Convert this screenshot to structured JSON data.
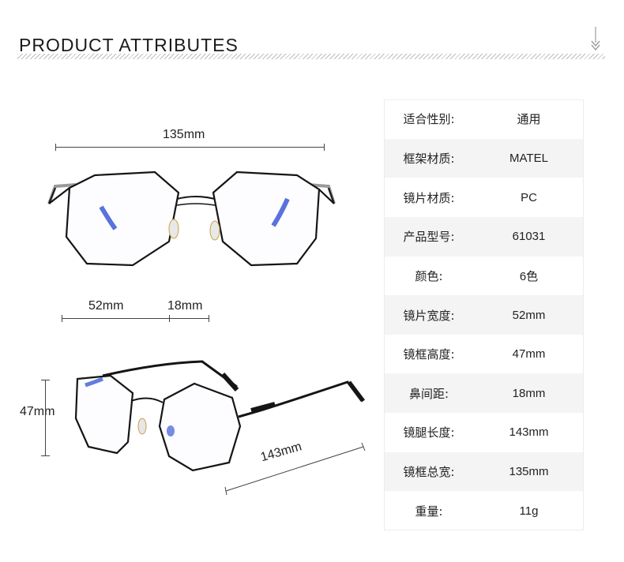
{
  "header": {
    "title": "PRODUCT ATTRIBUTES",
    "scroll_hint_icon": "double-chevron-down-icon"
  },
  "dimensions": {
    "total_width": "135mm",
    "lens_width": "52mm",
    "bridge": "18mm",
    "lens_height": "47mm",
    "temple_length": "143mm"
  },
  "specs": [
    {
      "key": "适合性别:",
      "value": "通用"
    },
    {
      "key": "框架材质:",
      "value": "MATEL"
    },
    {
      "key": "镜片材质:",
      "value": "PC"
    },
    {
      "key": "产品型号:",
      "value": "61031"
    },
    {
      "key": "颜色:",
      "value": "6色"
    },
    {
      "key": "镜片宽度:",
      "value": "52mm"
    },
    {
      "key": "镜框高度:",
      "value": "47mm"
    },
    {
      "key": "鼻间距:",
      "value": "18mm"
    },
    {
      "key": "镜腿长度:",
      "value": "143mm"
    },
    {
      "key": "镜框总宽:",
      "value": "135mm"
    },
    {
      "key": "重量:",
      "value": "11g"
    }
  ],
  "colors": {
    "frame": "#151515",
    "lens_tint": "#3c5bd6",
    "row_alt": "#f4f4f4"
  }
}
